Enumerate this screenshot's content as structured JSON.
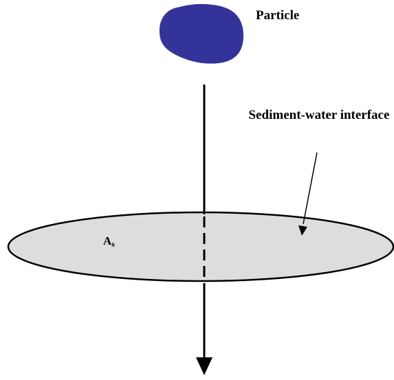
{
  "labels": {
    "particle": "Particle",
    "interface": "Sediment-water interface",
    "area_main": "A",
    "area_sub": "s"
  },
  "colors": {
    "particle_fill": "#333399",
    "disk_fill": "#dddddd",
    "outline": "#000000",
    "background": "#ffffff"
  }
}
